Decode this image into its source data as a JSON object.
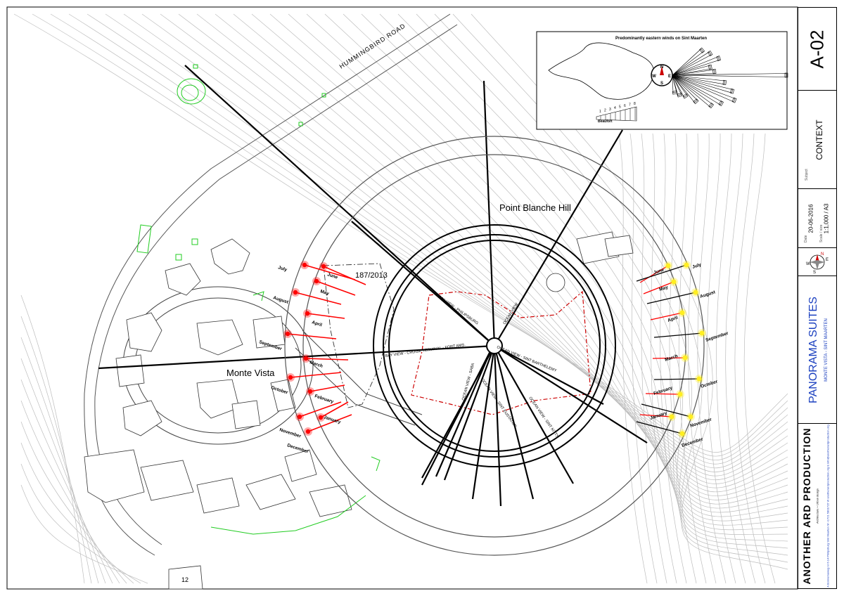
{
  "site": {
    "road_label": "HUMMINGBIRD ROAD",
    "hill_label": "Point Blanche Hill",
    "neighborhood_label": "Monte Vista",
    "parcel_label": "187/2013",
    "lot_number": "12"
  },
  "views": [
    {
      "text": "BAY VIEW - PHILIPSBURG"
    },
    {
      "text": "OCEAN VIEW"
    },
    {
      "text": "BAY VIEW - CRUISE TERMINAL - FORT AMS."
    },
    {
      "text": "OCEAN VIEW - SINT BARTHELEMY"
    },
    {
      "text": "OCEAN VIEW - SABA"
    },
    {
      "text": "OCEAN VIEW - SINT EUSTATIUS"
    },
    {
      "text": "OCEAN VIEW - SINT KITTS"
    }
  ],
  "sunset_months": [
    "July",
    "June",
    "May",
    "August",
    "April",
    "September",
    "March",
    "October",
    "February",
    "November",
    "January",
    "December"
  ],
  "sunrise_months": [
    "June",
    "July",
    "May",
    "August",
    "April",
    "September",
    "March",
    "October",
    "February",
    "November",
    "January",
    "December"
  ],
  "colors": {
    "sunset": "#ff0000",
    "sunrise": "#ffee22",
    "contour": "#b0b0b0",
    "landscape": "#22cc22",
    "boundary": "#cc0000"
  },
  "wind_inset": {
    "title": "Predominantly eastern winds on Sint Maarten",
    "scale_numbers": [
      "1",
      "2",
      "3",
      "4",
      "5",
      "6",
      "7",
      "8"
    ],
    "scale_label": "Beaufort",
    "compass": [
      "N",
      "E",
      "S",
      "W"
    ]
  },
  "title_block": {
    "sheet": "A-02",
    "subject_label": "Subject",
    "subject": "CONTEXT",
    "date_label": "Date",
    "date": "20-06-2016",
    "scale_label": "Scale / size",
    "scale": "1:1,000 / A3",
    "compass": [
      "N",
      "E",
      "S",
      "W"
    ],
    "project": "PANORAMA SUITES",
    "location": "MONTE VISTA - SINT MAARTEN",
    "firm": "ANOTHER ARD PRODUCTION",
    "firm_tagline": "Architecture + Urban design",
    "firm_address": "A Bonnemaweg nr 6-14 Philipsburg Sint Maarten  M +1721 5801715  W anotherardproduction.org  E info@anotherardproduction.org"
  }
}
